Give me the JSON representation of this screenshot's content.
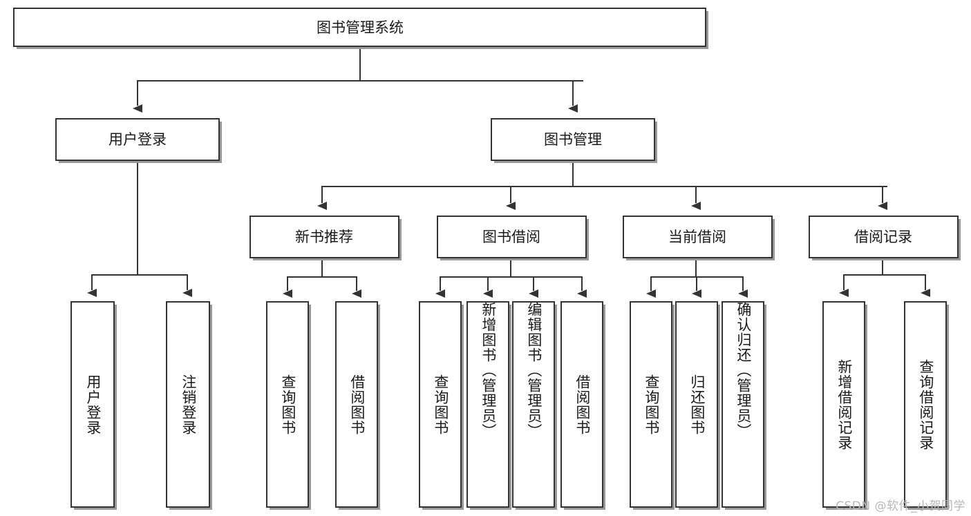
{
  "diagram": {
    "title": "图书管理系统",
    "watermark": "CSDN @软件_小贺同学",
    "colors": {
      "stroke": "#333333",
      "fill": "#ffffff",
      "text": "#1a1a1a",
      "shadow": "#999999",
      "watermark": "#b8b8b8"
    },
    "nodes": {
      "root": "图书管理系统",
      "level1": {
        "user_login": "用户登录",
        "book_manage": "图书管理"
      },
      "level2": {
        "new_book_recommend": "新书推荐",
        "book_borrow": "图书借阅",
        "current_borrow": "当前借阅",
        "borrow_record": "借阅记录"
      },
      "leaves": {
        "user_login": [
          "用户登录",
          "注销登录"
        ],
        "new_book_recommend": [
          "查询图书",
          "借阅图书"
        ],
        "book_borrow": [
          "查询图书",
          "新增图书（管理员）",
          "编辑图书（管理员）",
          "借阅图书"
        ],
        "current_borrow": [
          "查询图书",
          "归还图书",
          "确认归还（管理员）"
        ],
        "borrow_record": [
          "新增借阅记录",
          "查询借阅记录"
        ]
      }
    }
  }
}
